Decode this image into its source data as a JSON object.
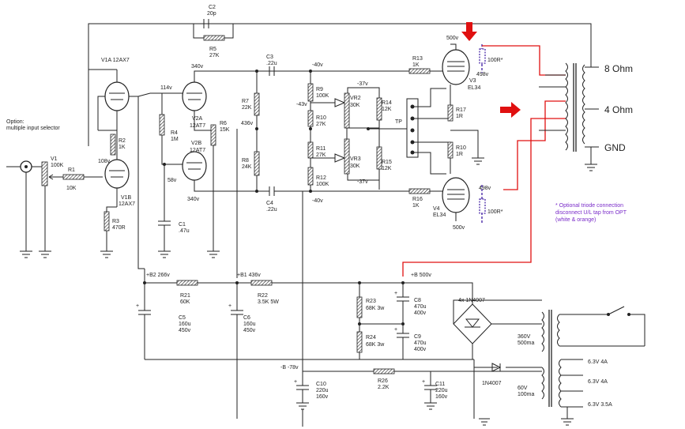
{
  "title": "",
  "labels": {
    "c2": "C2",
    "c2v": "20p",
    "r5": "R5",
    "r5v": "27K",
    "r9": "R9",
    "r9v": "100K",
    "r10": "R10",
    "r10v": "27K",
    "r11": "R11",
    "r11v": "27K",
    "r12": "R12",
    "r12v": "100K",
    "vr2": "VR2",
    "vr2v": "30K",
    "vr3": "VR3",
    "vr3v": "30K",
    "r14": "R14",
    "r14v": "12K",
    "r15": "R15",
    "r15v": "12K",
    "r13": "R13",
    "r13v": "1K",
    "r16": "R16",
    "r16v": "1K",
    "r17": "R17",
    "r17v": "1R",
    "r10b": "R10",
    "r10bv": "1R",
    "c3": "C3",
    "c3v": ".22u",
    "c4": "C4",
    "c4v": ".22u",
    "r7": "R7",
    "r7v": "22K",
    "r8": "R8",
    "r8v": "24K",
    "r6": "R6",
    "r6v": "15K",
    "r4": "R4",
    "r4v": "1M",
    "c1": "C1",
    "c1v": ".47u",
    "r2": "R2",
    "r2v": "1K",
    "r3": "R3",
    "r3v": "470R",
    "r1": "R1",
    "r1v": "10K",
    "v1": "V1",
    "v1v": "100K",
    "v1a": "V1A 12AX7",
    "v1b": "V1B",
    "v1bv": "12AX7",
    "v2a": "V2A",
    "v2av": "12AT7",
    "v2b": "V2B",
    "v2bv": "12AT7",
    "v3": "V3",
    "v3v": "EL34",
    "v4": "V4",
    "v4v": "EL34",
    "option1": "Option:",
    "option2": "multiple input selector",
    "tp": "TP",
    "ohm8": "8 Ohm",
    "ohm4": "4 Ohm",
    "gnd": "GND",
    "r100a": "100R*",
    "r100b": "100R*",
    "note1": "* Optional triode connection",
    "note2": "disconnect U/L tap from OPT",
    "note3": "(white & orange)",
    "b2": "+B2 266v",
    "b1": "+B1 436v",
    "b": "+B 500v",
    "bneg": "-B -78v",
    "r21": "R21",
    "r21v": "60K",
    "r22": "R22",
    "r22v": "3.5K 5W",
    "c5": "C5",
    "c5v1": "160u",
    "c5v2": "450v",
    "c6": "C6",
    "c6v1": "160u",
    "c6v2": "450v",
    "r23": "R23",
    "r23v": "68K 3w",
    "r24": "R24",
    "r24v": "68K 3w",
    "c8": "C8",
    "c8v1": "470u",
    "c8v2": "400v",
    "c9": "C9",
    "c9v1": "470u",
    "c9v2": "400v",
    "diodes": "4x 1N4007",
    "sec360": "360V",
    "sec360b": "500ma",
    "sec60": "60V",
    "sec60b": "100ma",
    "h1": "6.3V  4A",
    "h2": "6.3V  4A",
    "h3": "6.3V  3.5A",
    "c10": "C10",
    "c10v1": "220u",
    "c10v2": "160v",
    "c11": "C11",
    "c11v1": "220u",
    "c11v2": "160v",
    "r26": "R26",
    "r26v": "2.2K",
    "d1n": "1N4007",
    "v500a": "500v",
    "v500b": "500v",
    "v498a": "498v",
    "v498b": "498v",
    "vm40a": "-40v",
    "vm40b": "-40v",
    "vm43": "-43v",
    "vm37a": "-37v",
    "vm37b": "-37v",
    "v340a": "340v",
    "v340b": "340v",
    "v114": "114v",
    "v436": "436v",
    "v108": "108v",
    "v58": "58v"
  },
  "colors": {
    "wire": "#222222",
    "red_wire": "#e01010",
    "arrow": "#e01010",
    "optional": "#4a2aa8",
    "note": "#7a2cc9"
  }
}
